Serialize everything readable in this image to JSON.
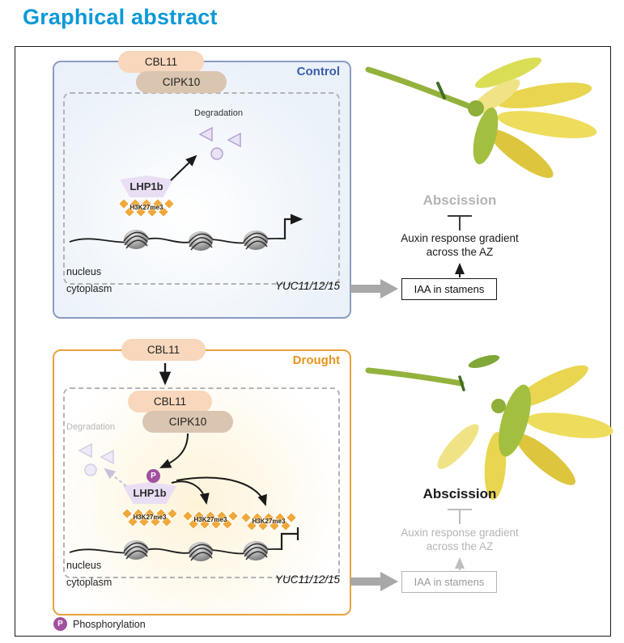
{
  "title": "Graphical abstract",
  "colors": {
    "title_blue": "#0a99d8",
    "control_border": "#8a9bc0",
    "control_label": "#3a5dab",
    "drought_border": "#e7a33b",
    "drought_label": "#e8941f",
    "cbl11_pill": "#f8d7bc",
    "cipk10_pill": "#d9c5b0",
    "lhp1b_shape": "#e9def4",
    "h3k27me3_diamond": "#f0a83a",
    "phospho_purple": "#a1519e",
    "thick_arrow_gray": "#a8a8a8",
    "flower_green": "#93b23d",
    "flower_yellow": "#e9d54f"
  },
  "control": {
    "label": "Control",
    "cbl11": "CBL11",
    "cipk10": "CIPK10",
    "degradation": "Degradation",
    "lhp1b": "LHP1b",
    "h3k27me3": "H3K27me3",
    "nucleus": "nucleus",
    "cytoplasm": "cytoplasm",
    "gene": "YUC11/12/15",
    "abscission": "Abscission",
    "auxin1": "Auxin response gradient",
    "auxin2": "across the AZ",
    "iaa": "IAA in stamens"
  },
  "drought": {
    "label": "Drought",
    "cbl11": "CBL11",
    "cipk10": "CIPK10",
    "degradation": "Degradation",
    "lhp1b": "LHP1b",
    "p": "P",
    "h3k27me3": "H3K27me3",
    "nucleus": "nucleus",
    "cytoplasm": "cytoplasm",
    "gene": "YUC11/12/15",
    "abscission": "Abscission",
    "auxin1": "Auxin response gradient",
    "auxin2": "across the AZ",
    "iaa": "IAA in stamens"
  },
  "legend": {
    "p": "P",
    "label": "Phosphorylation"
  }
}
